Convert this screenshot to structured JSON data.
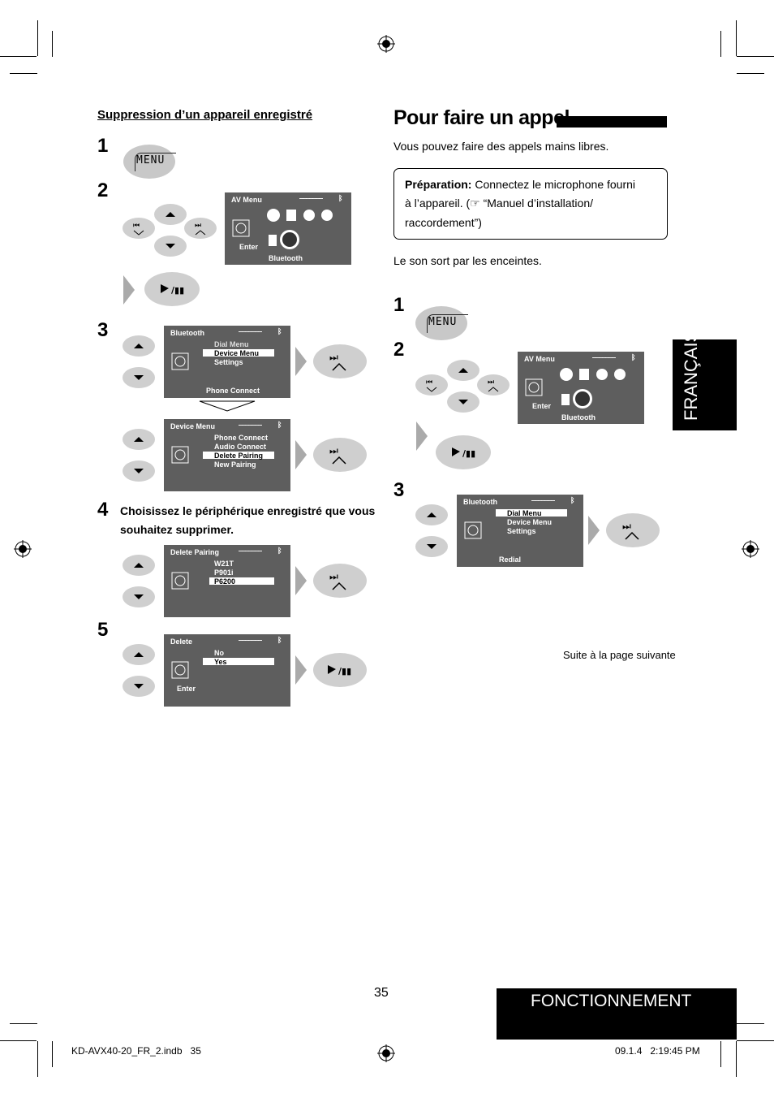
{
  "left": {
    "section_title": "Suppression d’un appareil enregistré",
    "steps": [
      "1",
      "2",
      "3",
      "4",
      "5"
    ],
    "step4_text_line1": "Choisissez le périphérique enregistré que vous",
    "step4_text_line2": "souhaitez supprimer.",
    "menu_label": "MENU",
    "av_menu": {
      "title": "AV Menu",
      "enter": "Enter",
      "bluetooth": "Bluetooth"
    },
    "bt_screen1": {
      "title": "Bluetooth",
      "items": [
        "Dial Menu",
        "Device Menu",
        "Settings"
      ],
      "footer": "Phone Connect"
    },
    "device_screen": {
      "title": "Device Menu",
      "items": [
        "Phone Connect",
        "Audio Connect",
        "Delete Pairing",
        "New Pairing"
      ]
    },
    "delete_pairing": {
      "title": "Delete Pairing",
      "items": [
        "W21T",
        "P901i",
        "P6200"
      ]
    },
    "delete_screen": {
      "title": "Delete",
      "items": [
        "No",
        "Yes"
      ],
      "enter": "Enter"
    }
  },
  "right": {
    "heading": "Pour faire un appel",
    "intro": "Vous pouvez faire des appels mains libres.",
    "prep_bold": "Préparation:",
    "prep_line1": " Connectez le microphone fourni",
    "prep_line2": "à l’appareil. (☞ “Manuel d’installation/",
    "prep_line3": "raccordement”)",
    "sound_text": "Le son sort par les enceintes.",
    "steps": [
      "1",
      "2",
      "3"
    ],
    "bt_screen": {
      "title": "Bluetooth",
      "items": [
        "Dial Menu",
        "Device Menu",
        "Settings"
      ],
      "footer": "Redial"
    },
    "continue_text": "Suite à la page suivante"
  },
  "side_tab": "FRANÇAIS",
  "page_number": "35",
  "bottom_tab": "FONCTIONNEMENT",
  "footer_left": "KD-AVX40-20_FR_2.indb   35",
  "footer_right": "09.1.4   2:19:45 PM"
}
